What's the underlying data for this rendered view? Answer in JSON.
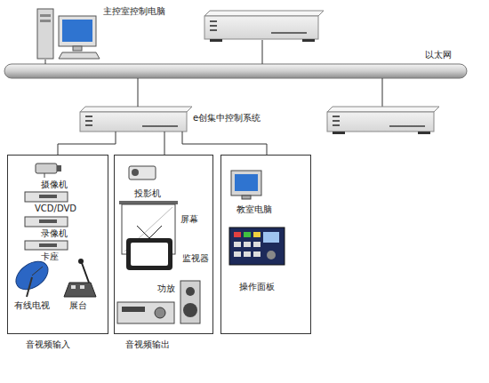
{
  "diagram": {
    "nodes": [
      {
        "text": [
          "主控室控制电脑"
        ]
      },
      {
        "text": [
          "以太网"
        ]
      },
      {
        "text": [
          "e创集中控制系统"
        ]
      },
      {
        "text": [
          "摄像机",
          "VCD/DVD",
          "录像机",
          "卡座",
          "有线电视",
          "展台",
          "音视频输入"
        ]
      },
      {
        "text": [
          "投影机",
          "屏幕",
          "监视器",
          "功放",
          "音视频输出"
        ]
      },
      {
        "text": [
          "教室电脑",
          "操作面板"
        ]
      }
    ],
    "edges": [
      {
        "from": 0,
        "to": 1,
        "arrow": "none"
      },
      {
        "from": 1,
        "to": 2,
        "arrow": "none"
      },
      {
        "from": 2,
        "to": 3,
        "arrow": "none"
      },
      {
        "from": 2,
        "to": 4,
        "arrow": "none"
      },
      {
        "from": 2,
        "to": 5,
        "arrow": "none"
      }
    ]
  }
}
